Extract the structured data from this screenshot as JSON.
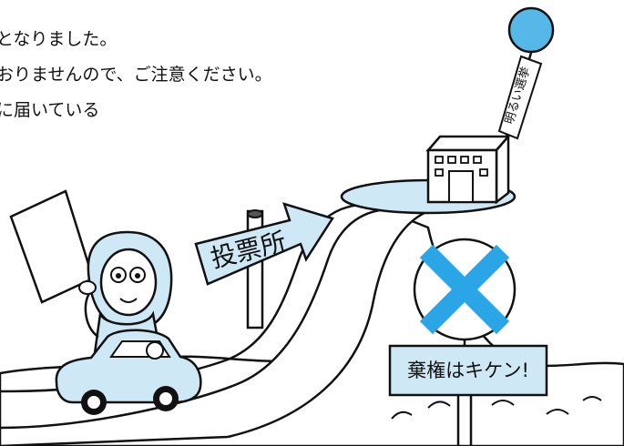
{
  "notice": {
    "lines": [
      "となりました。",
      "おりませんので、ご注意ください。",
      "に届いている"
    ]
  },
  "illustration": {
    "signpost_label": "投票所",
    "warning_sign_label": "棄権はキケン!",
    "banner_label": "明るい選挙"
  },
  "colors": {
    "light_blue": "#cfe8f6",
    "sky_blue": "#55b8e8",
    "cross_blue": "#2aa6e6",
    "outline": "#111111"
  }
}
